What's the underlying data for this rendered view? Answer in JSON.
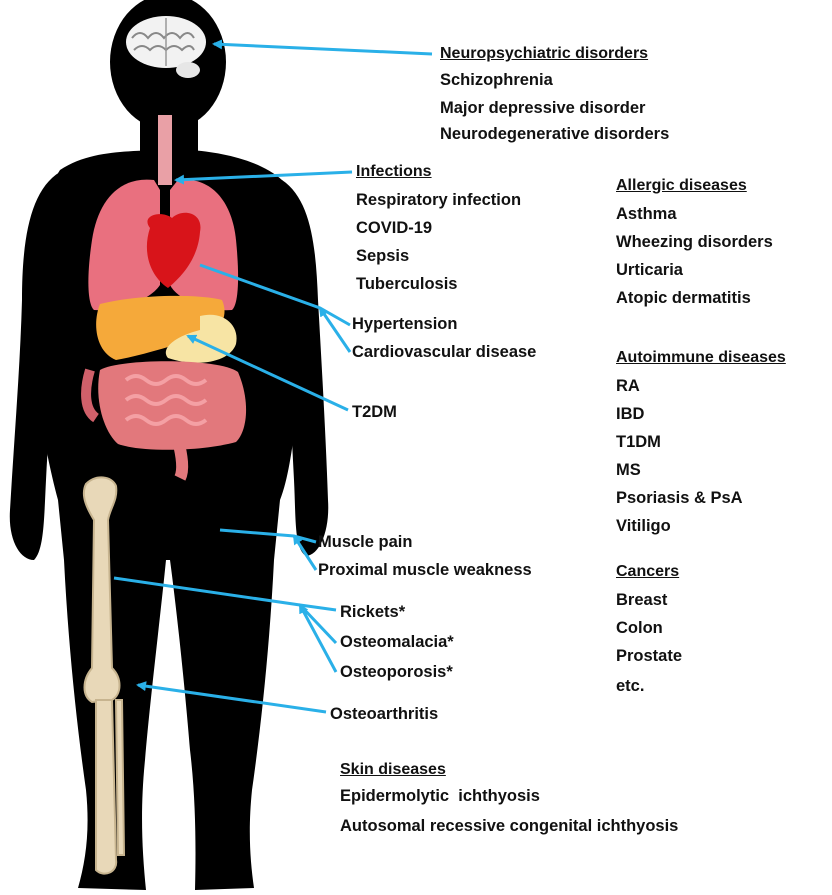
{
  "colors": {
    "body": "#000000",
    "arrow": "#2ab0e8",
    "lung": "#e9707f",
    "heart": "#d8141a",
    "liver": "#f5a93a",
    "pancreas": "#f7e4a4",
    "intestine": "#e2787c",
    "bone": "#e8d8b8"
  },
  "neuro": {
    "heading": "Neuropsychiatric disorders",
    "items": [
      "Schizophrenia",
      "Major depressive disorder",
      "Neurodegenerative disorders"
    ]
  },
  "infections": {
    "heading": "Infections",
    "items": [
      "Respiratory infection",
      "COVID-19",
      "Sepsis",
      "Tuberculosis"
    ]
  },
  "allergic": {
    "heading": "Allergic diseases",
    "items": [
      "Asthma",
      "Wheezing disorders",
      "Urticaria",
      "Atopic dermatitis"
    ]
  },
  "cardio": {
    "items": [
      "Hypertension",
      "Cardiovascular disease"
    ]
  },
  "t2dm": "T2DM",
  "autoimmune": {
    "heading": "Autoimmune diseases",
    "items": [
      "RA",
      "IBD",
      "T1DM",
      "MS",
      "Psoriasis & PsA",
      "Vitiligo"
    ]
  },
  "muscle": {
    "items": [
      "Muscle pain",
      "Proximal muscle weakness"
    ]
  },
  "cancers": {
    "heading": "Cancers",
    "items": [
      "Breast",
      "Colon",
      "Prostate",
      "etc."
    ]
  },
  "bone": {
    "items": [
      "Rickets*",
      "Osteomalacia*",
      "Osteoporosis*"
    ]
  },
  "osteoarthritis": "Osteoarthritis",
  "skin": {
    "heading": "Skin diseases",
    "items": [
      "Epidermolytic  ichthyosis",
      "Autosomal recessive congenital ichthyosis"
    ]
  }
}
